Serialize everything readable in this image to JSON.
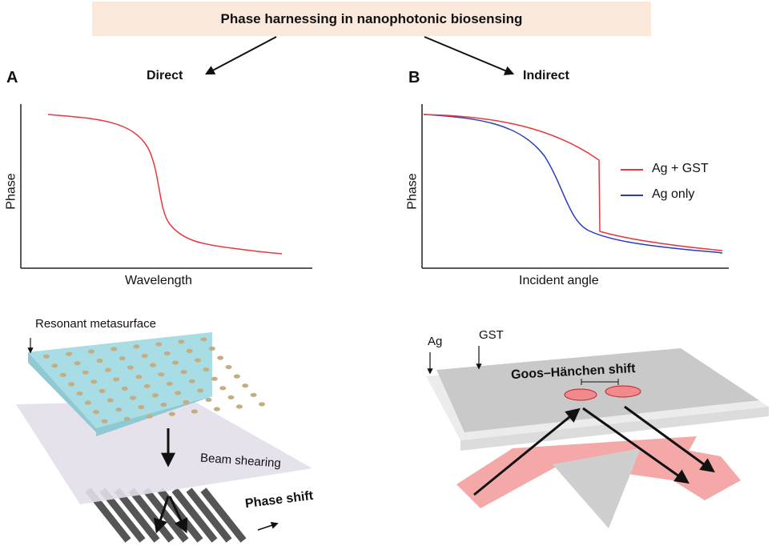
{
  "title": "Phase harnessing in nanophotonic biosensing",
  "panels": {
    "a": {
      "letter": "A",
      "branch": "Direct",
      "plot": {
        "ylabel": "Phase",
        "xlabel": "Wavelength"
      },
      "diagram": {
        "metasurface_label": "Resonant metasurface",
        "beam_label": "Beam shearing",
        "shift_label": "Phase shift"
      }
    },
    "b": {
      "letter": "B",
      "branch": "Indirect",
      "plot": {
        "ylabel": "Phase",
        "xlabel": "Incident angle",
        "legend": [
          {
            "label": "Ag + GST",
            "color": "#e8383d"
          },
          {
            "label": "Ag only",
            "color": "#2b3bbf"
          }
        ]
      },
      "diagram": {
        "ag_label": "Ag",
        "gst_label": "GST",
        "gh_label": "Goos–Hänchen shift"
      }
    }
  },
  "colors": {
    "title_bg": "#fbe9dc",
    "metasurface": "#a9dde5",
    "dots": "#c4ad82",
    "shear_plate": "#e3dfea",
    "beam_pink": "#f4a9a8",
    "plate_grey": "#d0d0d0"
  }
}
